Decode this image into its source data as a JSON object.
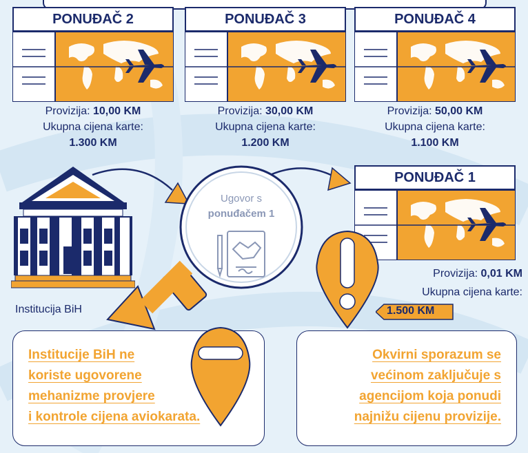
{
  "tickets": [
    {
      "name": "PONUĐAČ 2",
      "provision_label": "Provizija:",
      "provision": "10,00 KM",
      "total_label": "Ukupna cijena karte:",
      "total": "1.300 KM"
    },
    {
      "name": "PONUĐAČ 3",
      "provision_label": "Provizija:",
      "provision": "30,00 KM",
      "total_label": "Ukupna cijena karte:",
      "total": "1.200 KM"
    },
    {
      "name": "PONUĐAČ 4",
      "provision_label": "Provizija:",
      "provision": "50,00 KM",
      "total_label": "Ukupna cijena karte:",
      "total": "1.100 KM"
    },
    {
      "name": "PONUĐAČ 1",
      "provision_label": "Provizija:",
      "provision": "0,01 KM",
      "total_label": "Ukupna cijena karte:",
      "total": "1.500 KM"
    }
  ],
  "institution": {
    "label": "Institucija BiH"
  },
  "contract": {
    "line1": "Ugovor s",
    "line2": "ponuđačem 1"
  },
  "notes": {
    "left": [
      "Institucije BiH ne",
      "koriste ugovorene",
      "mehanizme provjere",
      "i kontrole cijena aviokarata."
    ],
    "right": [
      "Okvirni sporazum se",
      "većinom zaključuje s",
      "agencijom koja ponudi",
      "najnižu cijenu provizije."
    ]
  },
  "colors": {
    "navy": "#1b2a6b",
    "orange": "#f2a431",
    "background": "#e6f1f9"
  },
  "icons": [
    "airplane-icon",
    "world-map-icon",
    "bank-building-icon",
    "magnifier-icon",
    "contract-handshake-icon",
    "exclamation-pin-icon",
    "minus-pin-icon",
    "arrow-icon"
  ]
}
